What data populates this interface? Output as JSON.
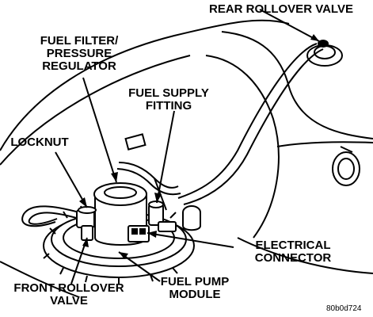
{
  "labels": {
    "rear_rollover_valve": "REAR ROLLOVER VALVE",
    "fuel_filter_line1": "FUEL FILTER/",
    "fuel_filter_line2": "PRESSURE",
    "fuel_filter_line3": "REGULATOR",
    "fuel_supply_line1": "FUEL SUPPLY",
    "fuel_supply_line2": "FITTING",
    "locknut": "LOCKNUT",
    "electrical_line1": "ELECTRICAL",
    "electrical_line2": "CONNECTOR",
    "front_rollover_line1": "FRONT ROLLOVER",
    "front_rollover_line2": "VALVE",
    "fuel_pump_line1": "FUEL PUMP",
    "fuel_pump_line2": "MODULE"
  },
  "figure_code": "80b0d724"
}
